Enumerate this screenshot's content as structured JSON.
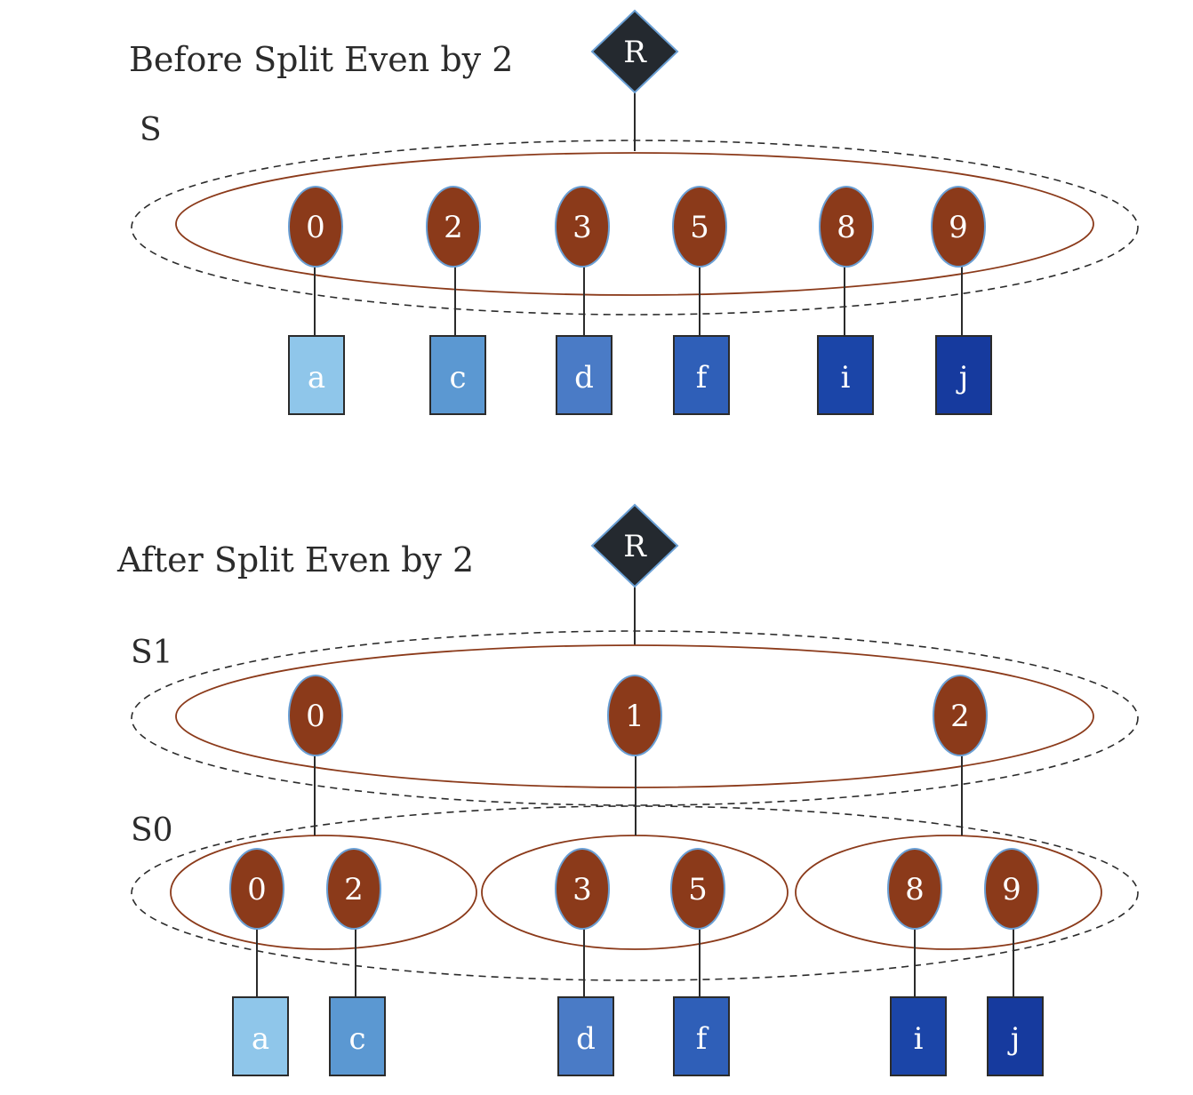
{
  "before": {
    "title": "Before Split Even by 2",
    "root_label": "R",
    "set_label": "S",
    "nodes": [
      "0",
      "2",
      "3",
      "5",
      "8",
      "9"
    ],
    "leaves": [
      "a",
      "c",
      "d",
      "f",
      "i",
      "j"
    ]
  },
  "after": {
    "title": "After Split Even by 2",
    "root_label": "R",
    "s1_label": "S1",
    "s0_label": "S0",
    "s1_nodes": [
      "0",
      "1",
      "2"
    ],
    "s0_nodes": [
      "0",
      "2",
      "3",
      "5",
      "8",
      "9"
    ],
    "leaves": [
      "a",
      "c",
      "d",
      "f",
      "i",
      "j"
    ]
  },
  "colors": {
    "node_fill": "#8b3a1a",
    "node_border": "#6a9fd4",
    "root_fill": "#24292f",
    "leaf_fills": [
      "#8fc6ea",
      "#5b98d2",
      "#4a7bc6",
      "#2f5fb8",
      "#1b45a8",
      "#163a9e"
    ]
  }
}
